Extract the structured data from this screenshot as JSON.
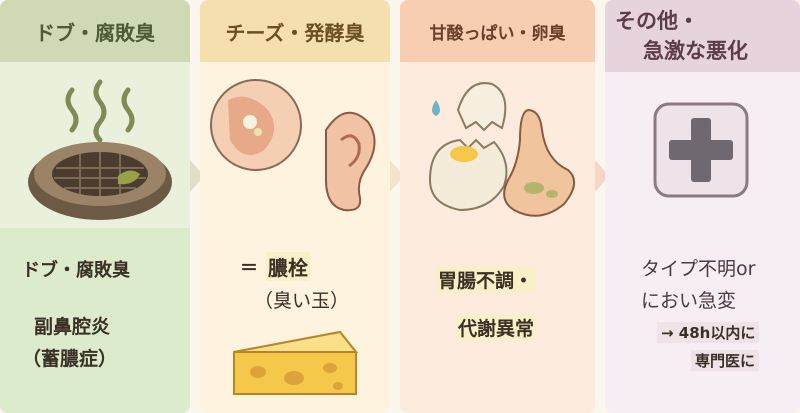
{
  "panels": [
    {
      "title": "ドブ・腐敗臭",
      "label": "ドブ・腐敗臭",
      "diagnosis_line1": "副鼻腔炎",
      "diagnosis_line2": "（蓄膿症）",
      "icons": [
        "drain-sewer",
        "smell-waves"
      ]
    },
    {
      "title": "チーズ・発酵臭",
      "label_prefix": "＝",
      "label_main": "膿栓",
      "label_sub": "（臭い玉）",
      "icons": [
        "tonsil-closeup",
        "ear",
        "cheese"
      ]
    },
    {
      "title": "甘酸っぱい・卵臭",
      "diagnosis_line1": "胃腸不調・",
      "diagnosis_line2": "代謝異常",
      "icons": [
        "cracked-egg",
        "stomach",
        "droplet"
      ]
    },
    {
      "title_line1": "その他・",
      "title_line2": "急激な悪化",
      "note_line1": "タイプ不明or",
      "note_line2": "におい急変",
      "advice_line1": "→ 48h以内に",
      "advice_line2": "専門医に",
      "icons": [
        "medical-cross"
      ]
    }
  ],
  "colors": {
    "panel1": "#e9f0dc",
    "panel2": "#fdf3df",
    "panel3": "#fdebdd",
    "panel4": "#f6eef2"
  }
}
